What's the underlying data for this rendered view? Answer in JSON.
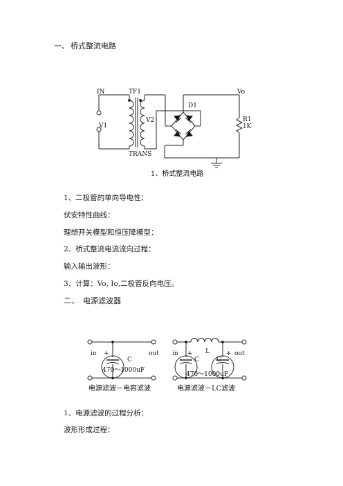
{
  "section1": {
    "number": "一、",
    "title": "桥式整流电路"
  },
  "circuit1": {
    "label_in": "IN",
    "label_tf": "TF1",
    "label_vo": "Vo",
    "label_d1": "D1",
    "label_v2": "V2",
    "label_v1": "V1",
    "label_r1": "R1",
    "label_r1_value": "1K",
    "label_trans": "TRANS",
    "caption": "1、桥式整流电路"
  },
  "points": [
    "1、二极管的单向导电性：",
    "伏安特性曲线：",
    "理想开关模型和恒压降模型：",
    "2、桥式整流电流流向过程：",
    "输入输出波形：",
    "3、计算：Vo, Io,二极管反向电压。"
  ],
  "section2": {
    "number": "二、",
    "title": "电源滤波器"
  },
  "filter_cap": {
    "label_in": "in",
    "label_out": "out",
    "label_plus": "+",
    "label_c": "C",
    "label_value": "470～1000uF",
    "caption": "电源滤波－电容滤波"
  },
  "filter_lc": {
    "label_in": "in",
    "label_out": "out",
    "label_plus1": "+",
    "label_plus2": "+",
    "label_l": "L",
    "label_c1": "C",
    "label_c2": "C",
    "label_value": "470～1000uF",
    "caption": "电源滤波－LC滤波"
  },
  "bottom": [
    "1、电源滤波的过程分析：",
    "波形形成过程："
  ]
}
